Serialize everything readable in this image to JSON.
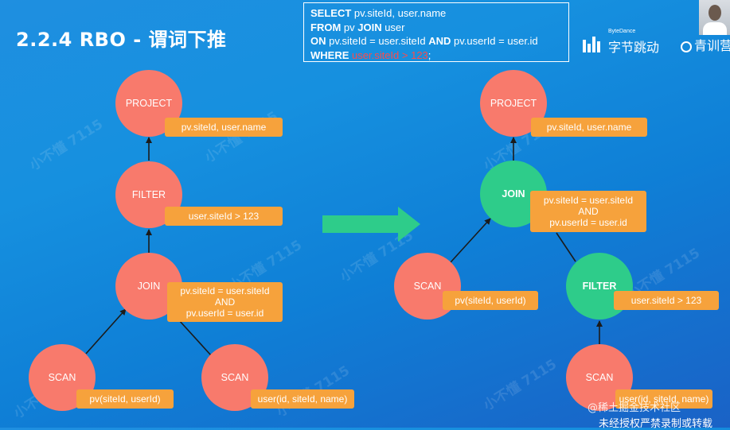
{
  "slide": {
    "title": "2.2.4 RBO - 谓词下推"
  },
  "sql": {
    "line1": {
      "kw": "SELECT",
      "rest": " pv.siteId, user.name"
    },
    "line2": {
      "kw1": "FROM",
      "mid": " pv ",
      "kw2": "JOIN",
      "rest": " user"
    },
    "line3": {
      "kw1": "ON",
      "mid": " pv.siteId = user.siteId ",
      "kw2": "AND",
      "rest": " pv.userId = user.id"
    },
    "line4": {
      "kw": "WHERE",
      "sp": " ",
      "highlight": "user.siteId > 123",
      "end": ";"
    },
    "highlight_color": "#ff4b4b"
  },
  "brand": {
    "small": "ByteDance",
    "name": "字节跳动",
    "second": "青训营"
  },
  "watermark": "小不懂 7115",
  "before": {
    "project": {
      "label": "PROJECT",
      "tag": "pv.siteId, user.name"
    },
    "filter": {
      "label": "FILTER",
      "tag": "user.siteId > 123"
    },
    "join": {
      "label": "JOIN",
      "tag_line1": "pv.siteId = user.siteId",
      "tag_line2": "AND",
      "tag_line3": "pv.userId = user.id"
    },
    "scan_left": {
      "label": "SCAN",
      "tag": "pv(siteId, userId)"
    },
    "scan_right": {
      "label": "SCAN",
      "tag": "user(id, siteId, name)"
    }
  },
  "after": {
    "project": {
      "label": "PROJECT",
      "tag": "pv.siteId, user.name"
    },
    "join": {
      "label": "JOIN",
      "tag_line1": "pv.siteId = user.siteId",
      "tag_line2": "AND",
      "tag_line3": "pv.userId = user.id"
    },
    "scan_left": {
      "label": "SCAN",
      "tag": "pv(siteId, userId)"
    },
    "filter": {
      "label": "FILTER",
      "tag": "user.siteId > 123"
    },
    "scan_bottom": {
      "label": "SCAN",
      "tag": "user(id, siteId, name)"
    }
  },
  "footer": {
    "community": "@稀土掘金技术社区",
    "notice": "未经授权严禁录制或转载"
  },
  "colors": {
    "node_red": "#f87a6c",
    "node_green": "#2ecc8a",
    "tag_orange": "#f6a23c",
    "arrow_green": "#2ecc8a",
    "edge": "#1b1b1b"
  }
}
